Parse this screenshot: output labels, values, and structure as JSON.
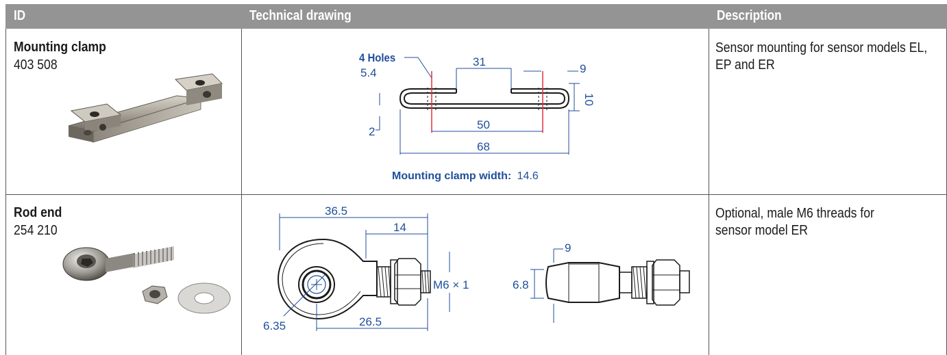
{
  "header": {
    "id_label": "ID",
    "drawing_label": "Technical drawing",
    "description_label": "Description"
  },
  "rows": [
    {
      "name": "Mounting clamp",
      "number": "403 508",
      "description": "Sensor mounting for sensor models EL, EP and ER",
      "drawing": {
        "holes_label": "4 Holes",
        "dim_hole": "5.4",
        "dim_31": "31",
        "dim_9": "9",
        "dim_10": "10",
        "dim_2": "2",
        "dim_50": "50",
        "dim_68": "68",
        "width_label": "Mounting clamp width:",
        "width_value": "14.6"
      }
    },
    {
      "name": "Rod end",
      "number": "254 210",
      "description": "Optional, male M6 threads for sensor model ER",
      "drawing": {
        "dim_36_5": "36.5",
        "dim_14": "14",
        "dim_thread": "M6 × 1",
        "dim_6_35": "6.35",
        "dim_26_5": "26.5",
        "dim_9": "9",
        "dim_6_8": "6.8"
      }
    }
  ],
  "colors": {
    "header_bg": "#949494",
    "dimension_blue": "#1f4e9c",
    "centerline_red": "#e0303a"
  }
}
